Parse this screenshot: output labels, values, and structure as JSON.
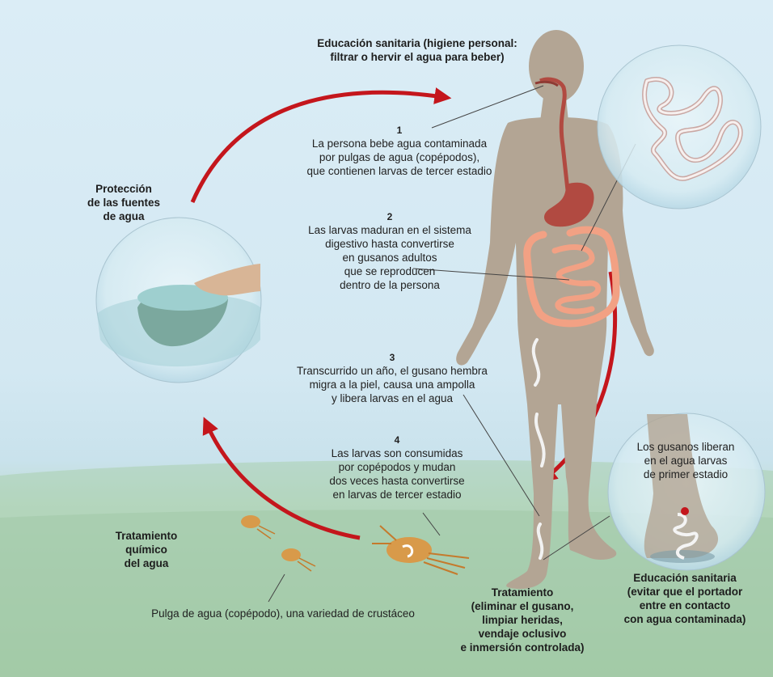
{
  "labels": {
    "top_education_1": "Educación sanitaria (higiene personal:",
    "top_education_2": "filtrar o hervir el agua para beber)",
    "protection_1": "Protección",
    "protection_2": "de las fuentes",
    "protection_3": "de agua",
    "chemical_1": "Tratamiento",
    "chemical_2": "químico",
    "chemical_3": "del agua",
    "copepod": "Pulga de agua (copépodo), una variedad de crustáceo",
    "treatment_1": "Tratamiento",
    "treatment_2": "(eliminar el gusano,",
    "treatment_3": "limpiar heridas,",
    "treatment_4": "vendaje oclusivo",
    "treatment_5": "e inmersión controlada)",
    "bottom_education_1": "Educación sanitaria",
    "bottom_education_2": "(evitar que el portador",
    "bottom_education_3": "entre en contacto",
    "bottom_education_4": "con agua contaminada)",
    "worms_release_1": "Los gusanos liberan",
    "worms_release_2": "en el agua larvas",
    "worms_release_3": "de primer estadio"
  },
  "steps": [
    {
      "number": "1",
      "line1": "La persona bebe agua contaminada",
      "line2": "por pulgas de agua (copépodos),",
      "line3": "que contienen larvas de tercer estadio"
    },
    {
      "number": "2",
      "line1": "Las larvas maduran en el sistema",
      "line2": "digestivo hasta convertirse",
      "line3": "en gusanos adultos",
      "line4": "que se reproducen",
      "line5": "dentro de la persona"
    },
    {
      "number": "3",
      "line1": "Transcurrido un año, el gusano hembra",
      "line2": "migra a la piel, causa una ampolla",
      "line3": "y libera larvas en el agua"
    },
    {
      "number": "4",
      "line1": "Las larvas son consumidas",
      "line2": "por copépodos y mudan",
      "line3": "dos veces hasta convertirse",
      "line4": "en larvas de tercer estadio"
    }
  ],
  "colors": {
    "arrow": "#c4161c",
    "body": "#b3a594",
    "intestine": "#f2a184",
    "stomach": "#b14a41",
    "water": "#9ecfcf"
  }
}
